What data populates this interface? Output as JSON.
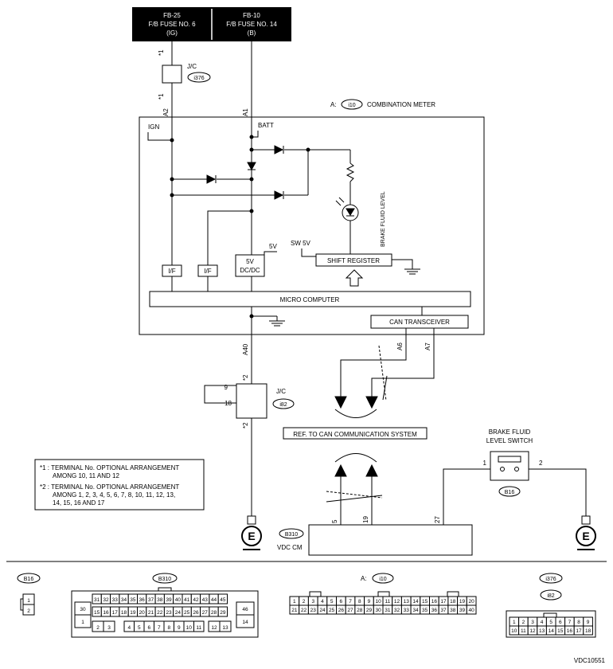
{
  "fuses": [
    {
      "l1": "FB-25",
      "l2": "F/B FUSE NO. 6",
      "l3": "(IG)"
    },
    {
      "l1": "FB-10",
      "l2": "F/B FUSE NO. 14",
      "l3": "(B)"
    }
  ],
  "jc1": {
    "label": "J/C",
    "conn": "i376",
    "star": "*1"
  },
  "jc2": {
    "label": "J/C",
    "conn": "i82",
    "star": "*2"
  },
  "meter": {
    "prefix": "A:",
    "conn": "i10",
    "title": "COMBINATION METER"
  },
  "wire_pins": {
    "a2": "A2",
    "a1": "A1",
    "a40": "A40",
    "a6": "A6",
    "a7": "A7",
    "p9": "9",
    "p18": "18",
    "p5": "5",
    "p19": "19",
    "p27": "27",
    "p1": "1",
    "p2": "2"
  },
  "internal": {
    "ign": "IGN",
    "batt": "BATT",
    "if1": "I/F",
    "if2": "I/F",
    "dcdc1": "5V",
    "dcdc2": "DC/DC",
    "v5": "5V",
    "sw5v": "SW 5V",
    "shift": "SHIFT REGISTER",
    "micro": "MICRO COMPUTER",
    "can": "CAN TRANSCEIVER",
    "brake_fluid": "BRAKE FLUID LEVEL"
  },
  "ref_can": "REF. TO CAN COMMUNICATION SYSTEM",
  "switch": {
    "l1": "BRAKE FLUID",
    "l2": "LEVEL SWITCH",
    "conn": "B16"
  },
  "vdc": {
    "conn": "B310",
    "label": "VDC CM"
  },
  "ground": "E",
  "notes": {
    "n1a": "*1 : TERMINAL No. OPTIONAL ARRANGEMENT",
    "n1b": "AMONG 10, 11 AND 12",
    "n2a": "*2 : TERMINAL No. OPTIONAL ARRANGEMENT",
    "n2b": "AMONG 1, 2, 3, 4, 5, 6, 7, 8, 10, 11, 12, 13,",
    "n2c": "14, 15, 16 AND 17"
  },
  "connectors": {
    "b16": {
      "name": "B16",
      "pins": [
        "1",
        "2"
      ]
    },
    "b310": {
      "name": "B310",
      "row1": [
        "31",
        "32",
        "33",
        "34",
        "35",
        "36",
        "37",
        "38",
        "39",
        "40",
        "41",
        "42",
        "43",
        "44",
        "45"
      ],
      "row2": [
        "15",
        "16",
        "17",
        "18",
        "19",
        "20",
        "21",
        "22",
        "23",
        "24",
        "25",
        "26",
        "27",
        "28",
        "29"
      ],
      "row3": [
        "4",
        "5",
        "6",
        "7",
        "8",
        "9",
        "10",
        "11"
      ],
      "left": [
        "30",
        "1",
        "2",
        "3"
      ],
      "mid": [
        "12",
        "13"
      ],
      "right": [
        "46",
        "14"
      ]
    },
    "i10": {
      "prefix": "A:",
      "name": "i10",
      "row1": [
        "1",
        "2",
        "3",
        "4",
        "5",
        "6",
        "7",
        "8",
        "9",
        "10",
        "11",
        "12",
        "13",
        "14",
        "15",
        "16",
        "17",
        "18",
        "19",
        "20"
      ],
      "row2": [
        "21",
        "22",
        "23",
        "24",
        "25",
        "26",
        "27",
        "28",
        "29",
        "30",
        "31",
        "32",
        "33",
        "34",
        "35",
        "36",
        "37",
        "38",
        "39",
        "40"
      ]
    },
    "i376": {
      "name1": "i376",
      "name2": "i82",
      "row1": [
        "1",
        "2",
        "3",
        "4",
        "5",
        "6",
        "7",
        "8",
        "9"
      ],
      "row2": [
        "10",
        "11",
        "12",
        "13",
        "14",
        "15",
        "16",
        "17",
        "18"
      ]
    }
  },
  "footer_code": "VDC10551"
}
